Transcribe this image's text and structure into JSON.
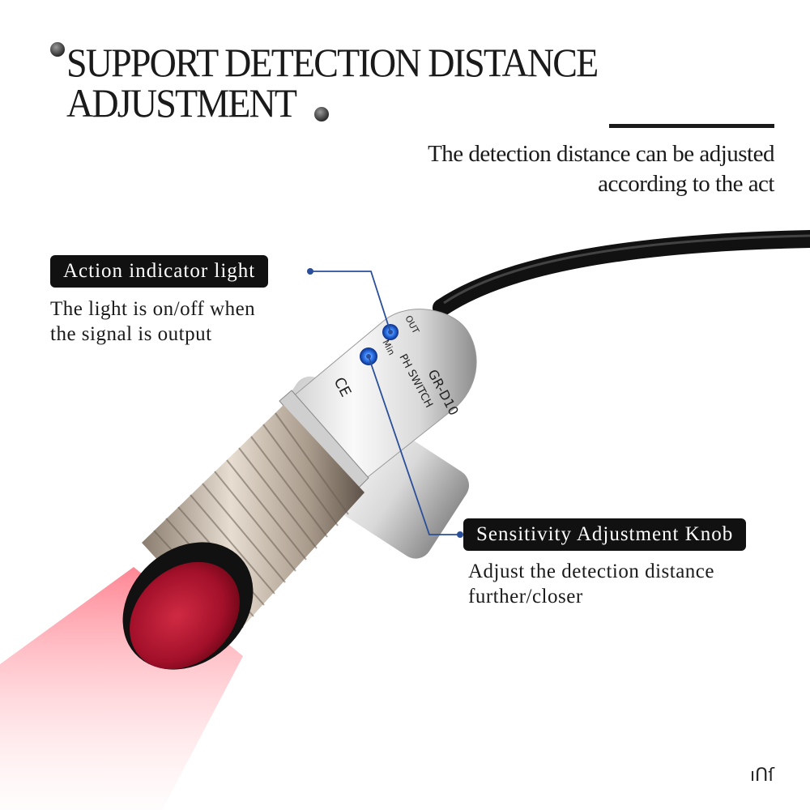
{
  "title": {
    "line1": "SUPPORT DETECTION DISTANCE",
    "line2": "ADJUSTMENT"
  },
  "subtitle": {
    "line1": "The detection distance can be adjusted",
    "line2": "according to the act"
  },
  "indicator": {
    "label": "Action indicator light",
    "desc_line1": "The light is on/off when",
    "desc_line2": "the signal is output"
  },
  "knob": {
    "label": "Sensitivity Adjustment Knob",
    "desc_line1": "Adjust the detection distance",
    "desc_line2": "further/closer"
  },
  "sensor_print": {
    "model": "GR-D10",
    "type": "PH SWITCH",
    "min": "Min",
    "out": "OUT",
    "ce": "CE"
  },
  "brand_mark": "ıՈſ",
  "colors": {
    "leader": "#2a4f9a",
    "led": "#2f7bff",
    "lens": "#b3122a",
    "beam": "#ff6b7a"
  }
}
